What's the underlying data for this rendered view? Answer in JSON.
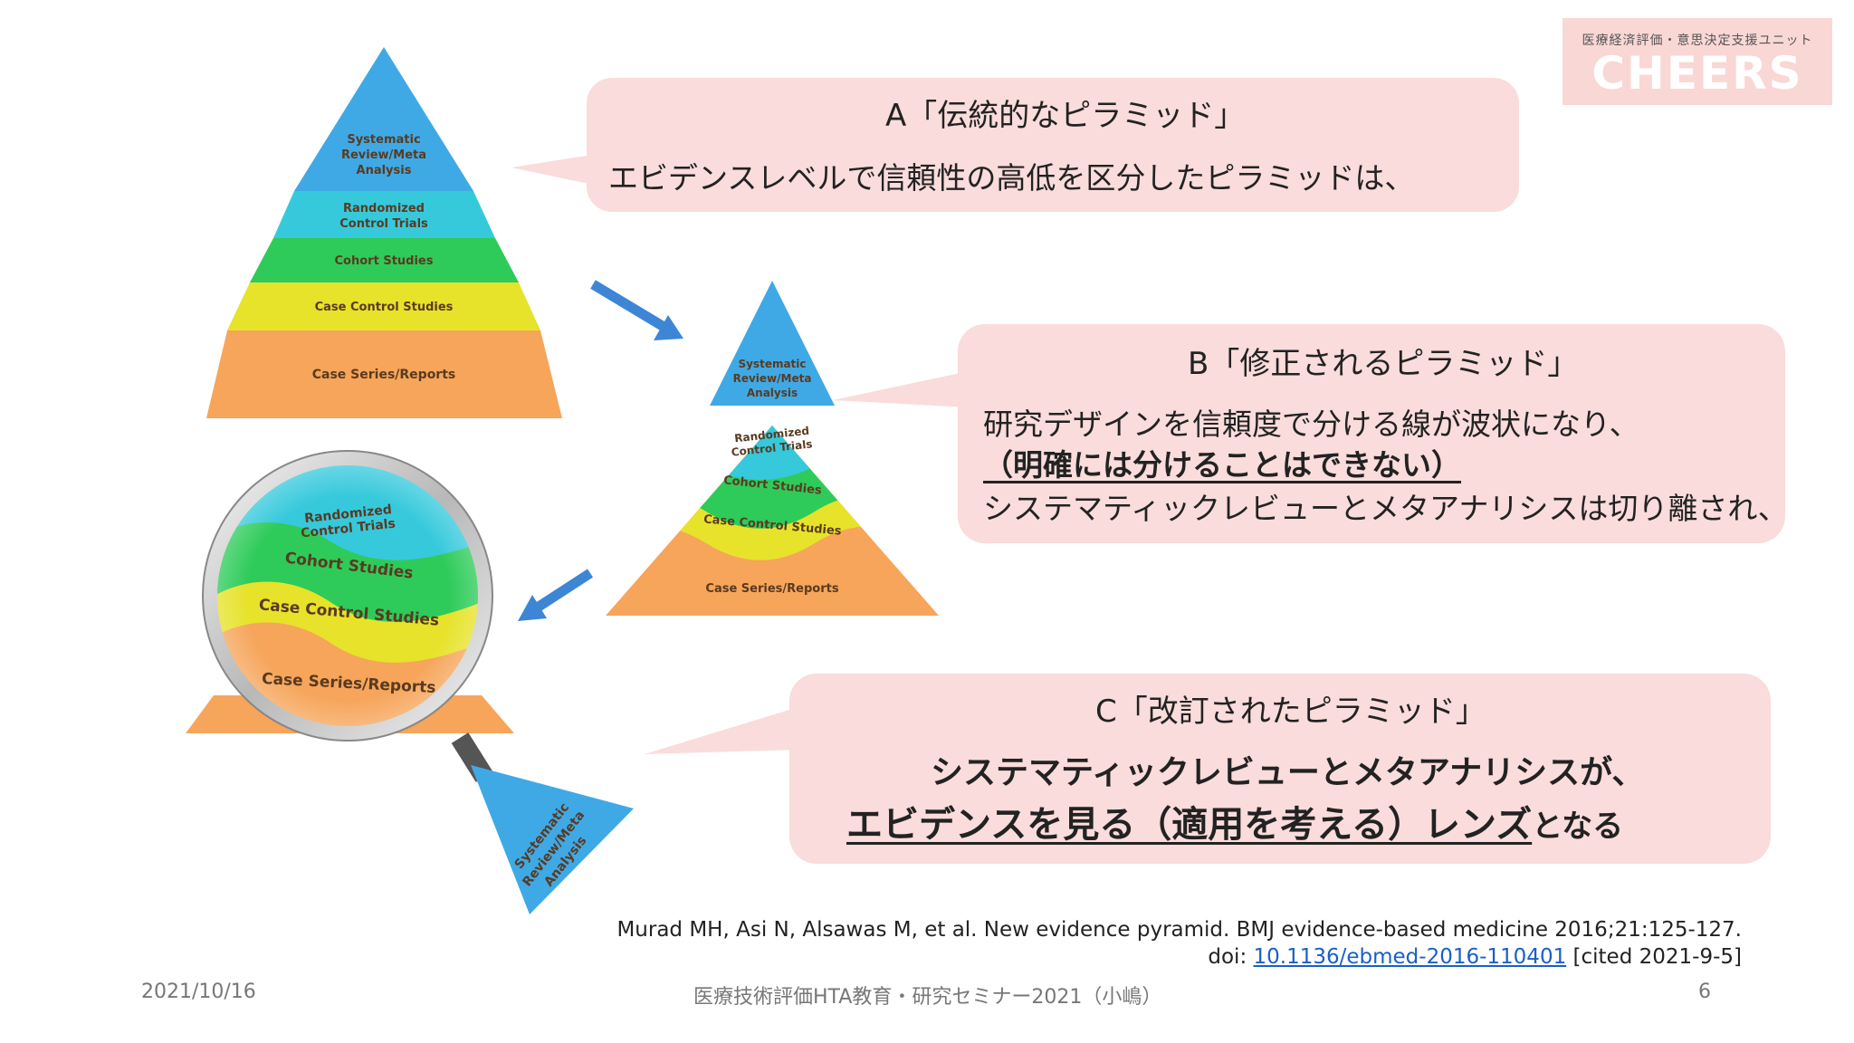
{
  "logo": {
    "subtitle": "医療経済評価・意思決定支援ユニット",
    "name": "CHEERS"
  },
  "pyramid_labels": {
    "systematic": [
      "Systematic",
      "Review/Meta",
      "Analysis"
    ],
    "rct": [
      "Randomized",
      "Control Trials"
    ],
    "cohort": "Cohort Studies",
    "case_control": "Case Control Studies",
    "case_series": "Case Series/Reports"
  },
  "bubble_a": {
    "title": "A「伝統的なピラミッド」",
    "line1": "エビデンスレベルで信頼性の高低を区分したピラミッドは、"
  },
  "bubble_b": {
    "title": "B「修正されるピラミッド」",
    "line1": "研究デザインを信頼度で分ける線が波状になり、",
    "line2": "（明確には分けることはできない）",
    "line3": "システマティックレビューとメタアナリシスは切り離され、"
  },
  "bubble_c": {
    "title": "C「改訂されたピラミッド」",
    "line1": "システマティックレビューとメタアナリシスが、",
    "line2_emph": "エビデンスを見る（適用を考える）レンズ",
    "line2_tail": "となる"
  },
  "citation": {
    "line1": "Murad MH, Asi N, Alsawas M, et al. New evidence pyramid. BMJ evidence-based medicine 2016;21:125-127.",
    "doi_prefix": "doi: ",
    "doi_link": "10.1136/ebmed-2016-110401",
    "cited": " [cited 2021-9-5]"
  },
  "footer": {
    "date": "2021/10/16",
    "center": "医療技術評価HTA教育・研究セミナー2021（小嶋）",
    "page": "6"
  },
  "colors": {
    "blue": "#3fa9e6",
    "cyan": "#36c9dc",
    "green": "#2ecb5a",
    "yellow": "#e6e32a",
    "orange": "#f6a55a",
    "bubble": "#f9dcdb",
    "arrow": "#3d86d6"
  }
}
